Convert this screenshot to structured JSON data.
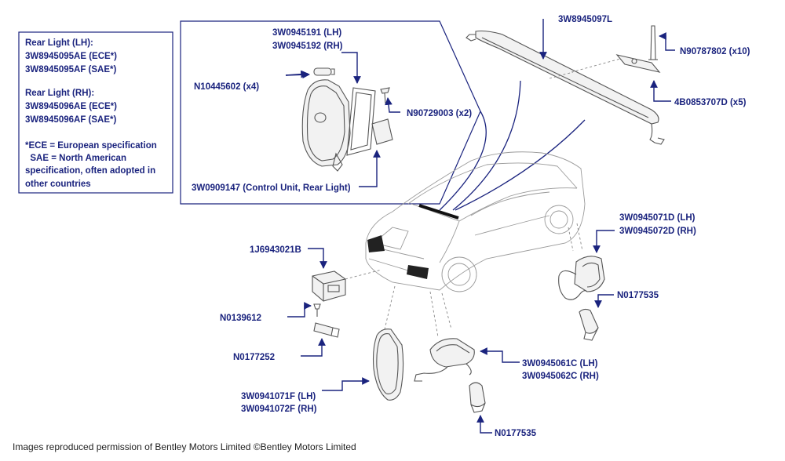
{
  "legend": {
    "rh_title": "Rear Light (LH):",
    "lh_parts": [
      "3W8945095AE (ECE*)",
      "3W8945095AF (SAE*)"
    ],
    "rh_title2": "Rear Light (RH):",
    "rh_parts": [
      "3W8945096AE (ECE*)",
      "3W8945096AF (SAE*)"
    ],
    "notes": [
      "*ECE = European specification",
      "  SAE = North American",
      "specification, often adopted in",
      "other countries"
    ]
  },
  "labels": {
    "rear_light_lh": "3W0945191 (LH)",
    "rear_light_rh": "3W0945192 (RH)",
    "bulb_n10445602": "N10445602 (x4)",
    "screw_n90729003": "N90729003 (x2)",
    "control_unit": "3W0909147 (Control Unit, Rear Light)",
    "brake_light": "3W8945097L",
    "stud_n90787802": "N90787802 (x10)",
    "clip_4b0853707d": "4B0853707D (x5)",
    "plate_light": "1J6943021B",
    "screw_n0139612": "N0139612",
    "bulb_n0177252": "N0177252",
    "reflector_lh": "3W0941071F (LH)",
    "reflector_rh": "3W0941072F (RH)",
    "side_lamp_lh": "3W0945071D (LH)",
    "side_lamp_rh": "3W0945072D (RH)",
    "bulb_n0177535_right": "N0177535",
    "side_marker_lh": "3W0945061C (LH)",
    "side_marker_rh": "3W0945062C (RH)",
    "bulb_n0177535_bottom": "N0177535"
  },
  "credit": "Images reproduced permission of Bentley Motors Limited ©Bentley Motors Limited",
  "colors": {
    "label": "#1a237e",
    "line_art": "#555555",
    "car_outline": "#9a9a9a"
  }
}
